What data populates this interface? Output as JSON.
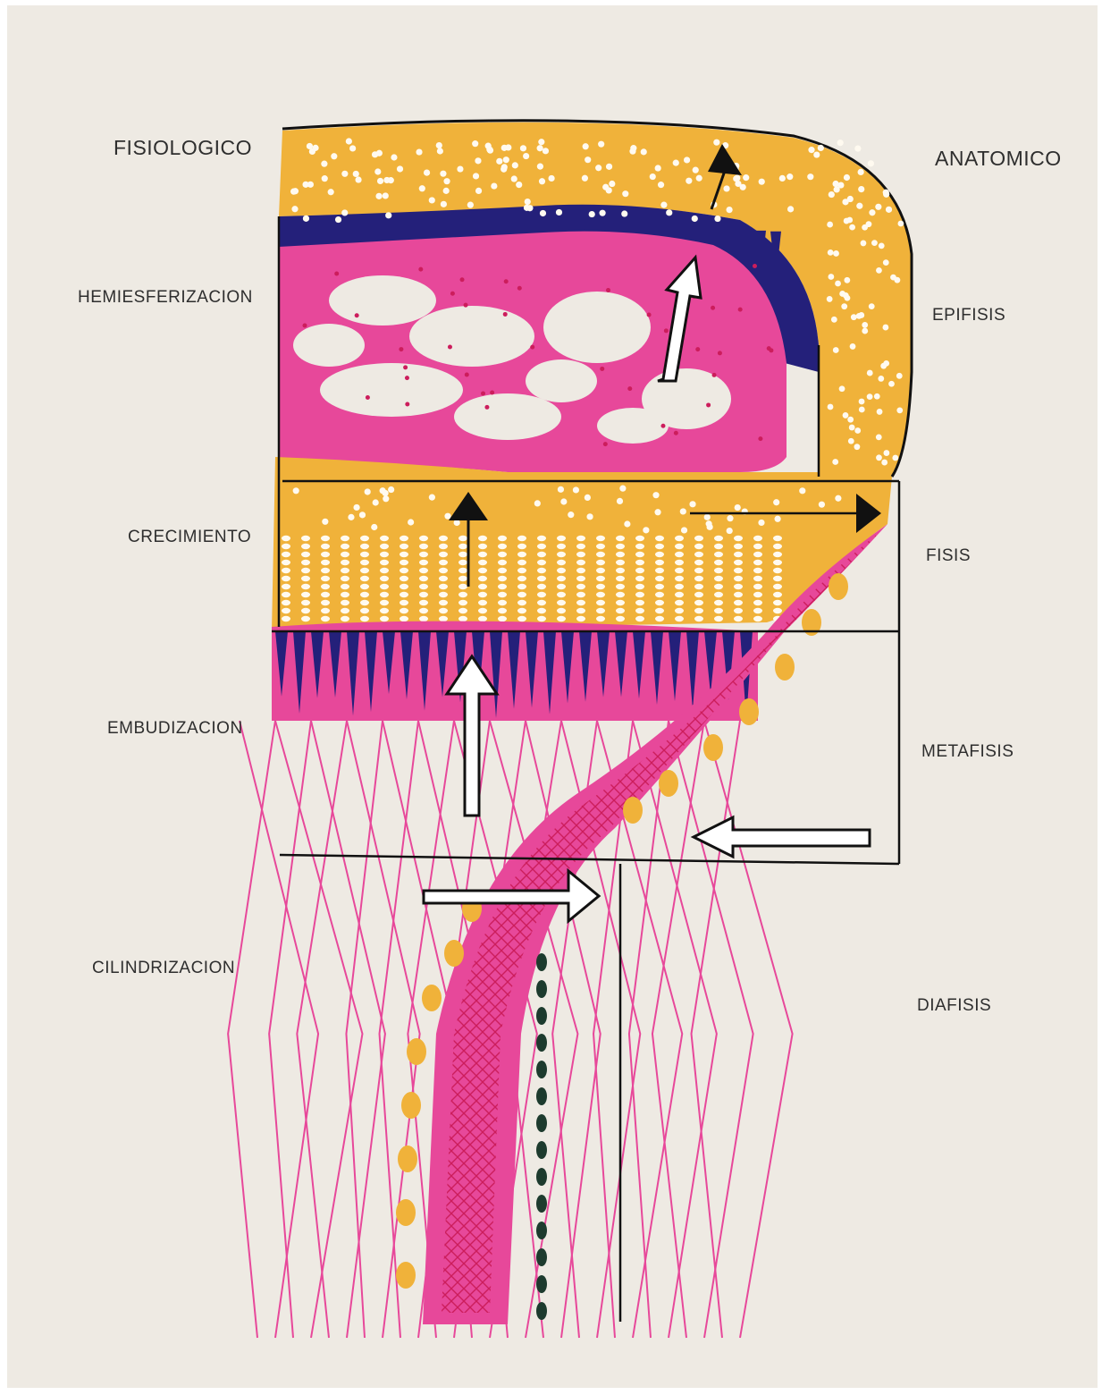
{
  "figure": {
    "left_heading": "FISIOLOGICO",
    "right_heading": "ANATOMICO",
    "physiological_stages": [
      "HEMIESFERIZACION",
      "CRECIMIENTO",
      "EMBUDIZACION",
      "CILINDRIZACION"
    ],
    "anatomical_regions": [
      "EPIFISIS",
      "FISIS",
      "METAFISIS",
      "DIAFISIS"
    ]
  },
  "colors": {
    "paper": "#eeeae3",
    "cartilage": "#f0b23a",
    "bone": "#e7489a",
    "bone_dark": "#cc1d5c",
    "calcified": "#24207a",
    "cells": "#fffaf0",
    "outline": "#111111",
    "text": "#2e2e2e"
  }
}
